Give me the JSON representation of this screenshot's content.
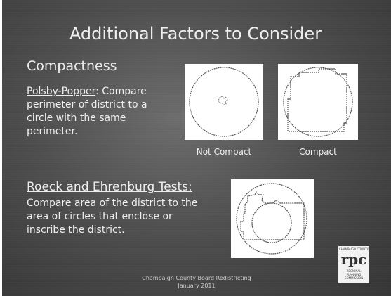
{
  "slide": {
    "title": "Additional Factors to Consider",
    "compactness": {
      "heading": "Compactness",
      "polsby_label": "Polsby-Popper",
      "polsby_text": ": Compare perimeter of district to a circle with the same perimeter."
    },
    "figures": {
      "not_compact_caption": "Not Compact",
      "compact_caption": "Compact"
    },
    "roeck": {
      "heading": "Roeck  and Ehrenburg Tests:",
      "text": "Compare area of the district to the area of circles that enclose or inscribe the district."
    },
    "footer": {
      "line1": "Champaign County Board Redistricting",
      "line2": "January 2011"
    },
    "logo": {
      "top_text": "CHAMPAIGN COUNTY",
      "main": "rpc",
      "sub1": "REGIONAL",
      "sub2": "PLANNING",
      "sub3": "COMMISSION"
    }
  }
}
